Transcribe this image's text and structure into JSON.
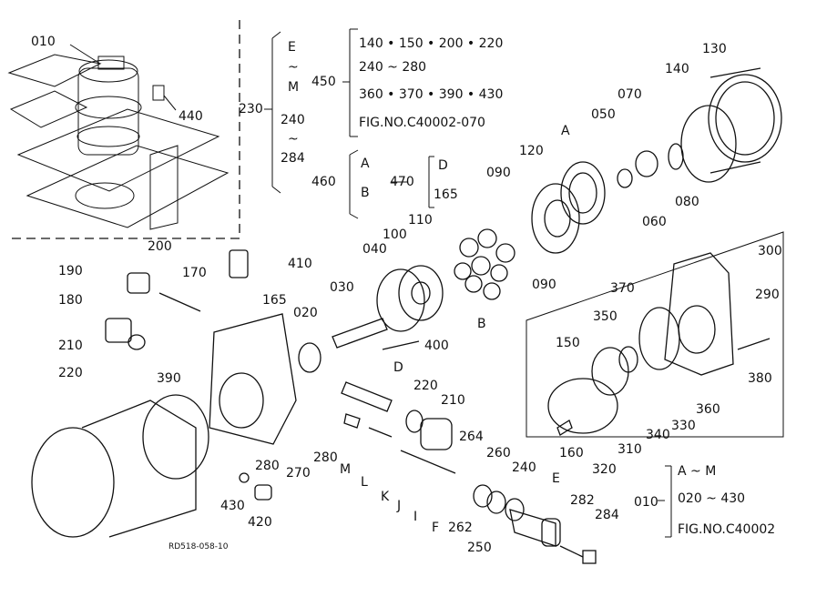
{
  "callouts": [
    "010",
    "440",
    "230",
    "200",
    "E",
    "~",
    "M",
    "240",
    "~",
    "284",
    "450",
    "460",
    "470",
    "D",
    "165",
    "A",
    "B",
    "140 • 150 • 200 • 220",
    "240 ~ 280",
    "360 • 370 • 390 • 430",
    "FIG.NO.C40002-070",
    "130",
    "140",
    "070",
    "050",
    "120",
    "A",
    "090",
    "090",
    "080",
    "060",
    "110",
    "100",
    "040",
    "190",
    "170",
    "410",
    "180",
    "165",
    "030",
    "020",
    "210",
    "220",
    "400",
    "390",
    "B",
    "300",
    "370",
    "290",
    "350",
    "150",
    "380",
    "360",
    "340",
    "330",
    "D",
    "220",
    "210",
    "264",
    "260",
    "240",
    "280",
    "270",
    "M",
    "L",
    "K",
    "J",
    "I",
    "F",
    "262",
    "250",
    "E",
    "282",
    "284",
    "430",
    "420",
    "160",
    "310",
    "320",
    "010",
    "A ~ M",
    "020 ~ 430",
    "FIG.NO.C40002",
    "RD518-058-10"
  ]
}
